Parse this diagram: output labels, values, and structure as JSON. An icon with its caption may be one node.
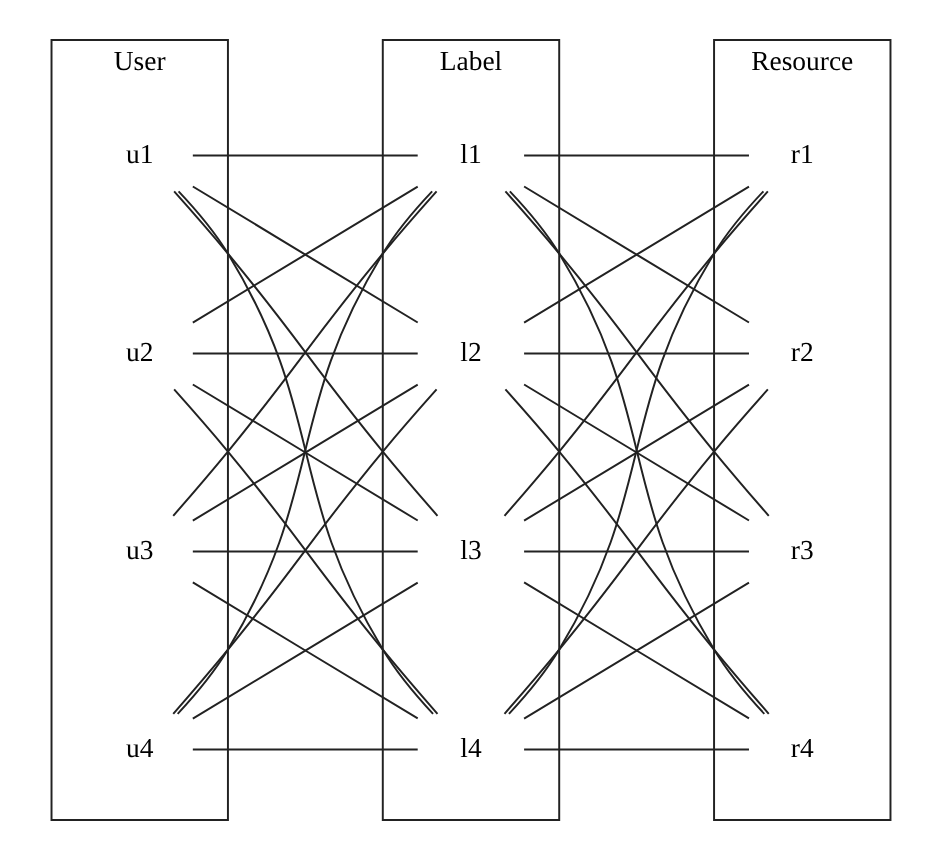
{
  "diagram": {
    "nodes": [
      {
        "text": [
          "User"
        ]
      },
      {
        "text": [
          "u1"
        ],
        "in": 0
      },
      {
        "text": [
          "u2"
        ],
        "in": 0
      },
      {
        "text": [
          "u3"
        ],
        "in": 0
      },
      {
        "text": [
          "u4"
        ],
        "in": 0
      },
      {
        "text": [
          "Label"
        ]
      },
      {
        "text": [
          "l1"
        ],
        "in": 5
      },
      {
        "text": [
          "l2"
        ],
        "in": 5
      },
      {
        "text": [
          "l3"
        ],
        "in": 5
      },
      {
        "text": [
          "l4"
        ],
        "in": 5
      },
      {
        "text": [
          "Resource"
        ]
      },
      {
        "text": [
          "r1"
        ],
        "in": 10
      },
      {
        "text": [
          "r2"
        ],
        "in": 10
      },
      {
        "text": [
          "r3"
        ],
        "in": 10
      },
      {
        "text": [
          "r4"
        ],
        "in": 10
      }
    ],
    "edges": [
      {
        "from": 1,
        "to": 6,
        "arrow": "none"
      },
      {
        "from": 1,
        "to": 7,
        "arrow": "none"
      },
      {
        "from": 1,
        "to": 8,
        "arrow": "none"
      },
      {
        "from": 1,
        "to": 9,
        "arrow": "none"
      },
      {
        "from": 2,
        "to": 6,
        "arrow": "none"
      },
      {
        "from": 2,
        "to": 7,
        "arrow": "none"
      },
      {
        "from": 2,
        "to": 8,
        "arrow": "none"
      },
      {
        "from": 2,
        "to": 9,
        "arrow": "none"
      },
      {
        "from": 3,
        "to": 6,
        "arrow": "none"
      },
      {
        "from": 3,
        "to": 7,
        "arrow": "none"
      },
      {
        "from": 3,
        "to": 8,
        "arrow": "none"
      },
      {
        "from": 3,
        "to": 9,
        "arrow": "none"
      },
      {
        "from": 4,
        "to": 6,
        "arrow": "none"
      },
      {
        "from": 4,
        "to": 7,
        "arrow": "none"
      },
      {
        "from": 4,
        "to": 8,
        "arrow": "none"
      },
      {
        "from": 4,
        "to": 9,
        "arrow": "none"
      },
      {
        "from": 6,
        "to": 11,
        "arrow": "none"
      },
      {
        "from": 6,
        "to": 12,
        "arrow": "none"
      },
      {
        "from": 6,
        "to": 13,
        "arrow": "none"
      },
      {
        "from": 6,
        "to": 14,
        "arrow": "none"
      },
      {
        "from": 7,
        "to": 11,
        "arrow": "none"
      },
      {
        "from": 7,
        "to": 12,
        "arrow": "none"
      },
      {
        "from": 7,
        "to": 13,
        "arrow": "none"
      },
      {
        "from": 7,
        "to": 14,
        "arrow": "none"
      },
      {
        "from": 8,
        "to": 11,
        "arrow": "none"
      },
      {
        "from": 8,
        "to": 12,
        "arrow": "none"
      },
      {
        "from": 8,
        "to": 13,
        "arrow": "none"
      },
      {
        "from": 8,
        "to": 14,
        "arrow": "none"
      },
      {
        "from": 9,
        "to": 11,
        "arrow": "none"
      },
      {
        "from": 9,
        "to": 12,
        "arrow": "none"
      },
      {
        "from": 9,
        "to": 13,
        "arrow": "none"
      },
      {
        "from": 9,
        "to": 14,
        "arrow": "none"
      }
    ]
  }
}
